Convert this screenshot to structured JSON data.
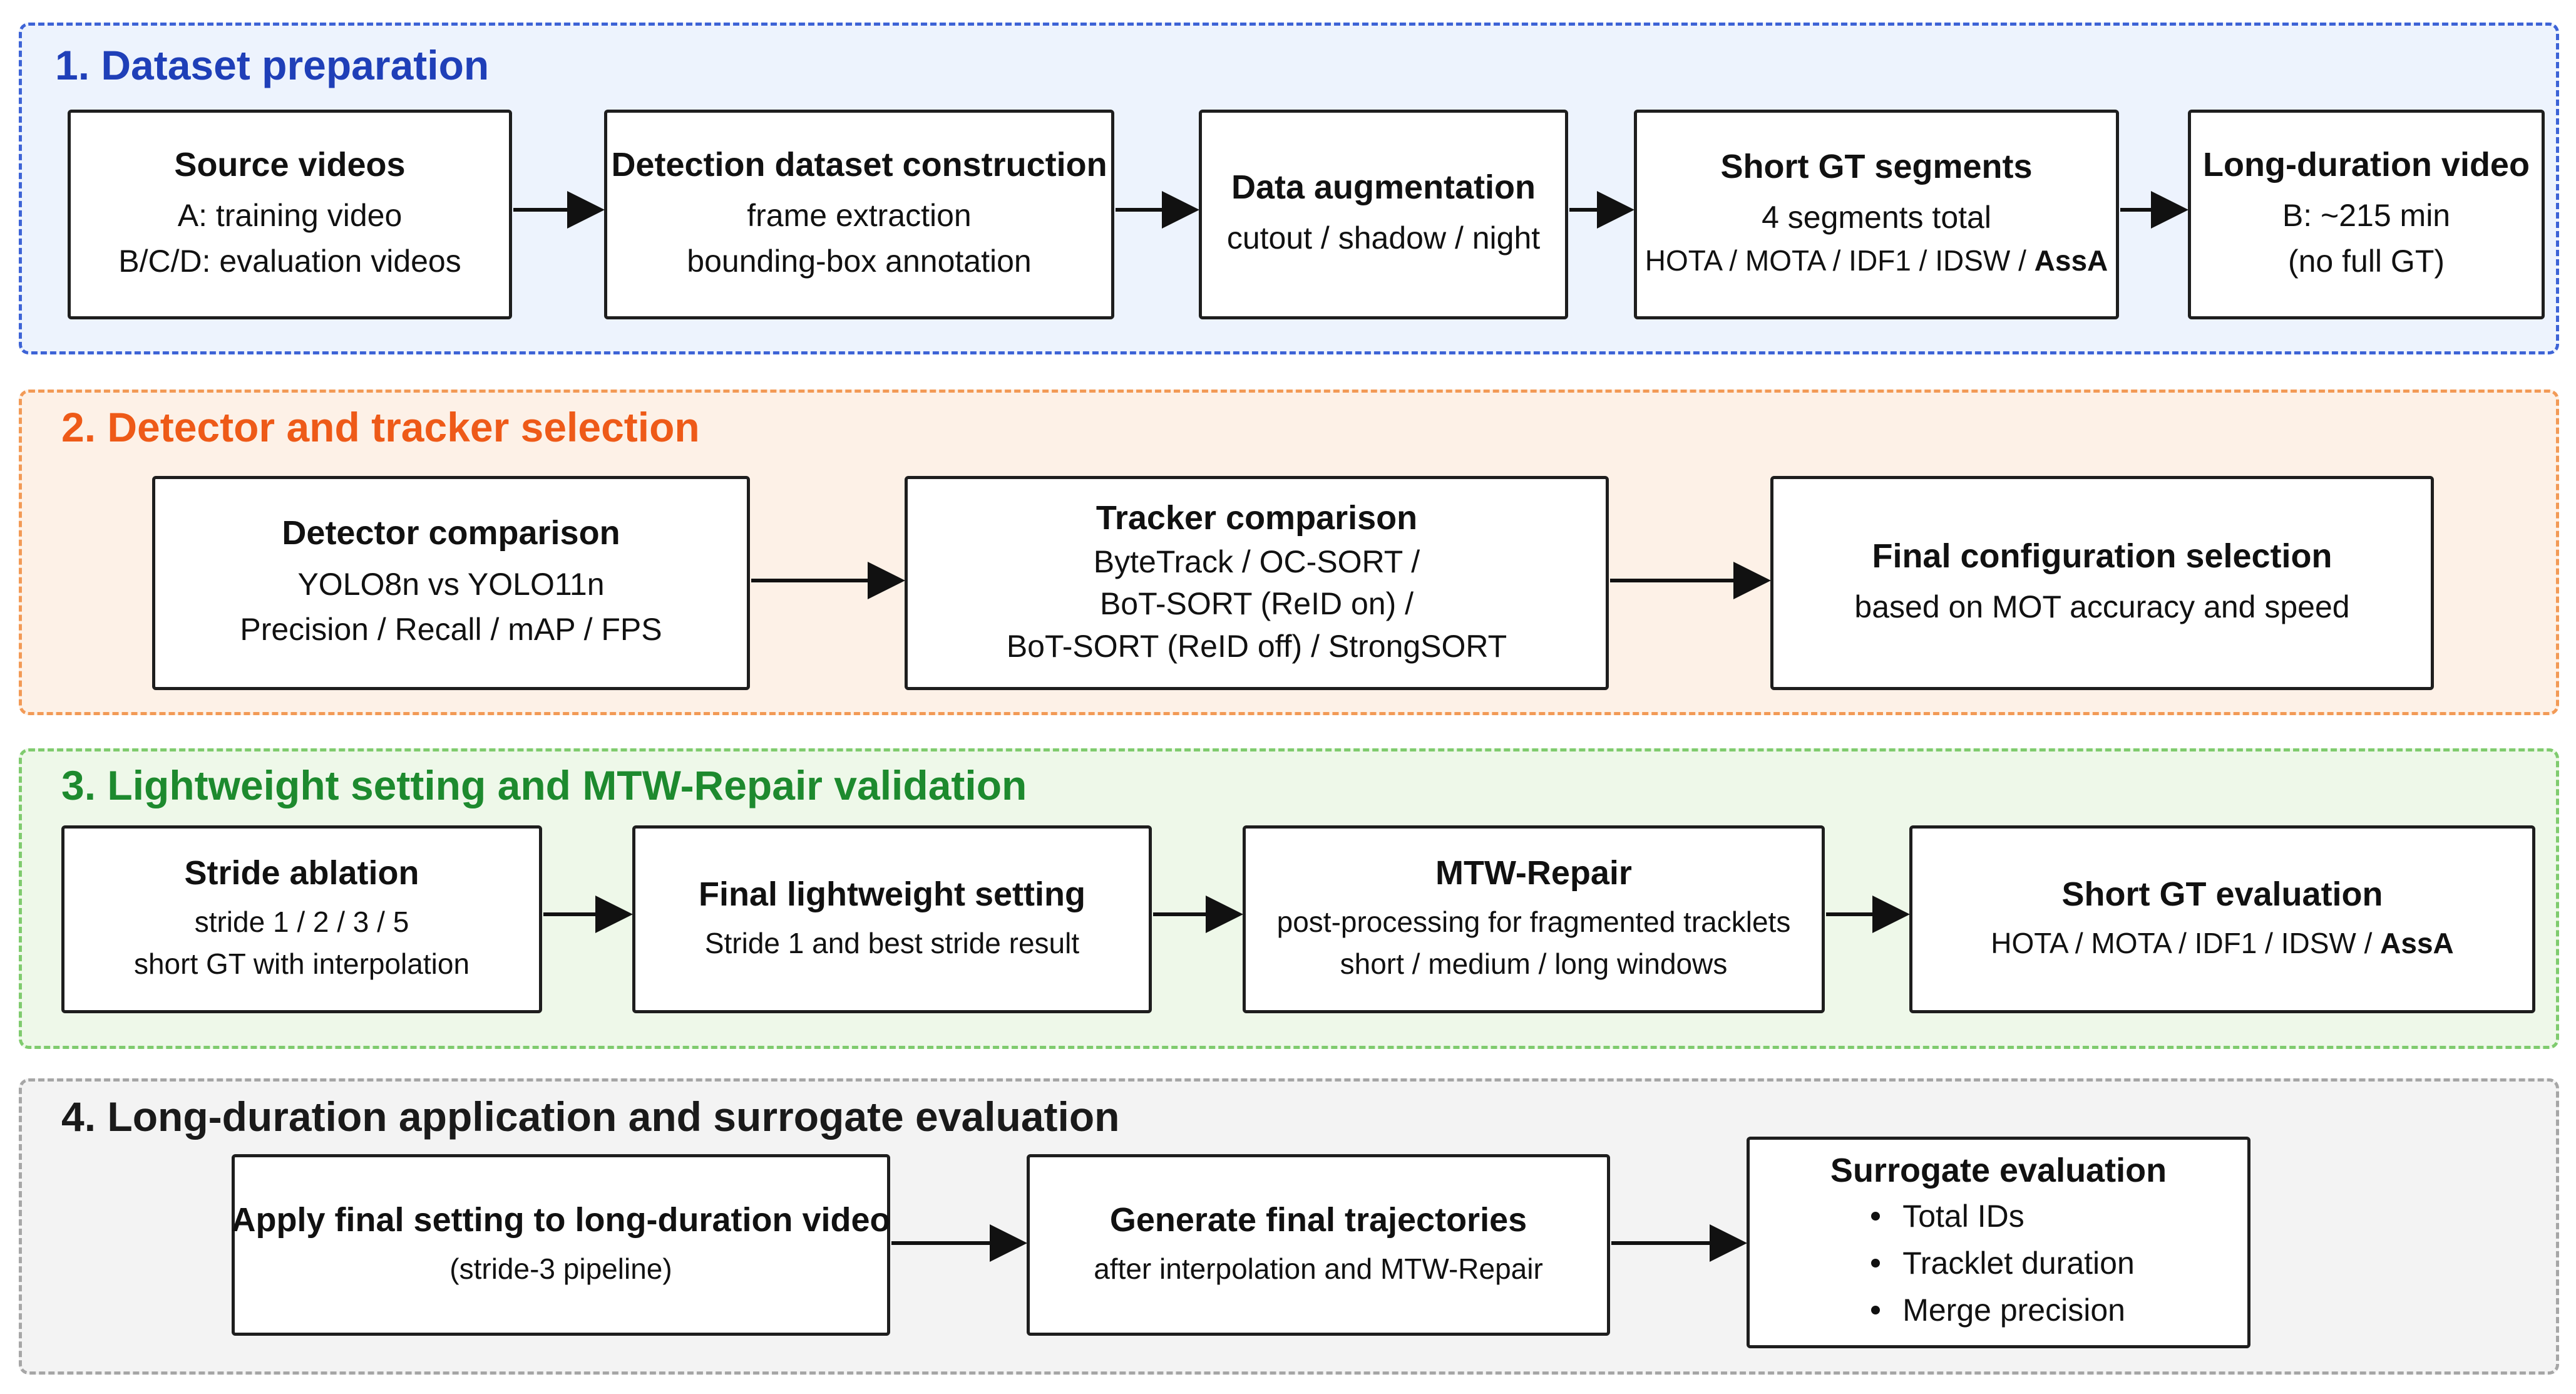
{
  "colors": {
    "section1": "#1f3fb8",
    "section2": "#ee5a18",
    "section3": "#1d8a2e",
    "section4": "#1a1a1a",
    "section1_border": "#3d63d6",
    "section2_border": "#f29a56",
    "section3_border": "#7fcb6e",
    "section4_border": "#a6a6a6"
  },
  "sections": [
    {
      "title": "1. Dataset preparation",
      "boxes": [
        {
          "title": "Source videos",
          "lines": [
            "A: training video",
            "B/C/D: evaluation videos"
          ]
        },
        {
          "title": "Detection dataset construction",
          "lines": [
            "frame extraction",
            "bounding-box annotation"
          ]
        },
        {
          "title": "Data augmentation",
          "lines": [
            "cutout / shadow / night"
          ]
        },
        {
          "title": "Short GT segments",
          "lines": [
            "4 segments total"
          ],
          "metrics_prefix": "HOTA / MOTA / IDF1 / IDSW / ",
          "metrics_bold": "AssA"
        },
        {
          "title": "Long-duration video",
          "lines": [
            "B: ~215 min",
            "(no full GT)"
          ]
        }
      ]
    },
    {
      "title": "2. Detector and tracker selection",
      "boxes": [
        {
          "title": "Detector comparison",
          "lines": [
            "YOLO8n vs YOLO11n",
            "Precision / Recall / mAP / FPS"
          ]
        },
        {
          "title": "Tracker comparison",
          "lines": [
            "ByteTrack / OC-SORT /",
            "BoT-SORT (ReID on) /",
            "BoT-SORT (ReID off) / StrongSORT"
          ]
        },
        {
          "title": "Final configuration selection",
          "lines": [
            "based on MOT accuracy and speed"
          ]
        }
      ]
    },
    {
      "title": "3. Lightweight setting and MTW-Repair validation",
      "boxes": [
        {
          "title": "Stride ablation",
          "lines": [
            "stride 1 / 2 / 3 / 5",
            "short GT with interpolation"
          ]
        },
        {
          "title": "Final lightweight setting",
          "lines": [
            "Stride 1 and best stride result"
          ]
        },
        {
          "title": "MTW-Repair",
          "lines": [
            "post-processing for fragmented tracklets",
            "short / medium / long windows"
          ]
        },
        {
          "title": "Short GT evaluation",
          "metrics_prefix": "HOTA / MOTA / IDF1 / IDSW / ",
          "metrics_bold": "AssA"
        }
      ]
    },
    {
      "title": "4. Long-duration application and surrogate evaluation",
      "boxes": [
        {
          "title": "Apply final setting to long-duration video",
          "lines": [
            "(stride-3 pipeline)"
          ]
        },
        {
          "title": "Generate final trajectories",
          "lines": [
            "after interpolation and MTW-Repair"
          ]
        },
        {
          "title": "Surrogate evaluation",
          "bullets": [
            "Total IDs",
            "Tracklet duration",
            "Merge precision"
          ]
        }
      ]
    }
  ]
}
